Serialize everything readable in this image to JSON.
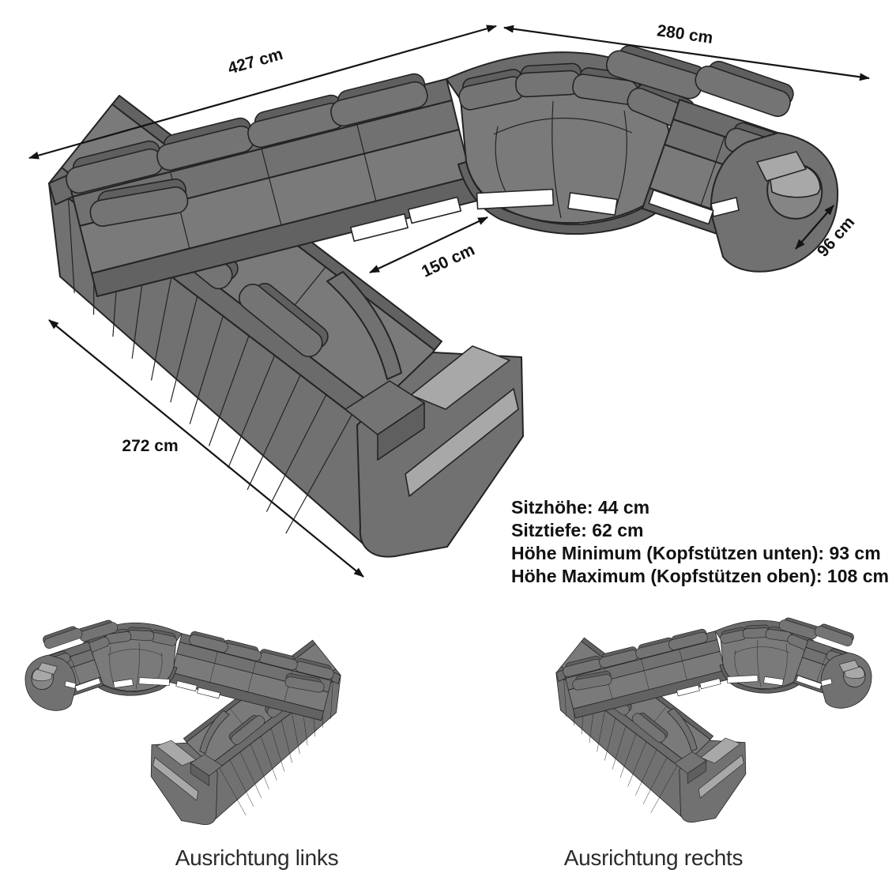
{
  "diagram": {
    "dimensions": {
      "back_width": "427 cm",
      "right_width": "280 cm",
      "inner_clearance": "150 cm",
      "arm_depth": "96 cm",
      "left_depth": "272 cm"
    },
    "specs": {
      "seat_height": "Sitzhöhe: 44 cm",
      "seat_depth": "Sitztiefe: 62 cm",
      "height_min": "Höhe Minimum (Kopfstützen unten): 93 cm",
      "height_max": "Höhe Maximum (Kopfstützen oben): 108 cm"
    },
    "variants": {
      "left": "Ausrichtung links",
      "right": "Ausrichtung rechts"
    },
    "colors": {
      "sofa_body": "#717171",
      "sofa_top": "#7a7a7a",
      "sofa_back": "#6b6b6b",
      "sofa_plinth": "#626262",
      "sofa_pad": "#747474",
      "sofa_pad_dark": "#5f5f5f",
      "sofa_light_panel": "#a8a8a8",
      "sofa_inner_mid": "#858585",
      "outline": "#242424",
      "background": "#ffffff",
      "text": "#111111"
    }
  }
}
